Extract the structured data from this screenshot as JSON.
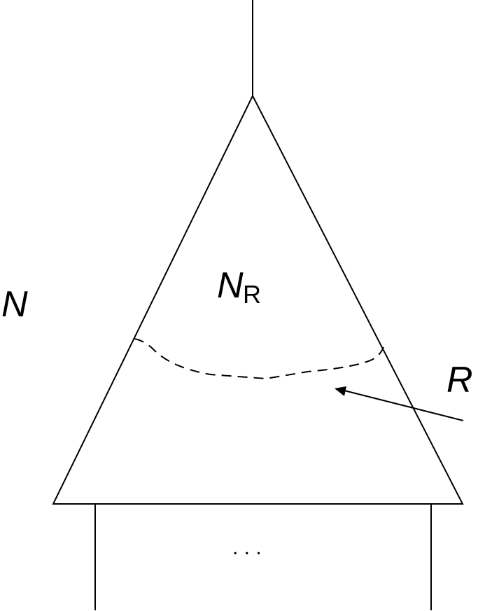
{
  "diagram": {
    "outer_label": "N",
    "region_label": "N",
    "region_subscript": "R",
    "cut_label": "R",
    "ellipsis": ". . .",
    "colors": {
      "stroke": "#000000",
      "background": "#ffffff"
    }
  }
}
